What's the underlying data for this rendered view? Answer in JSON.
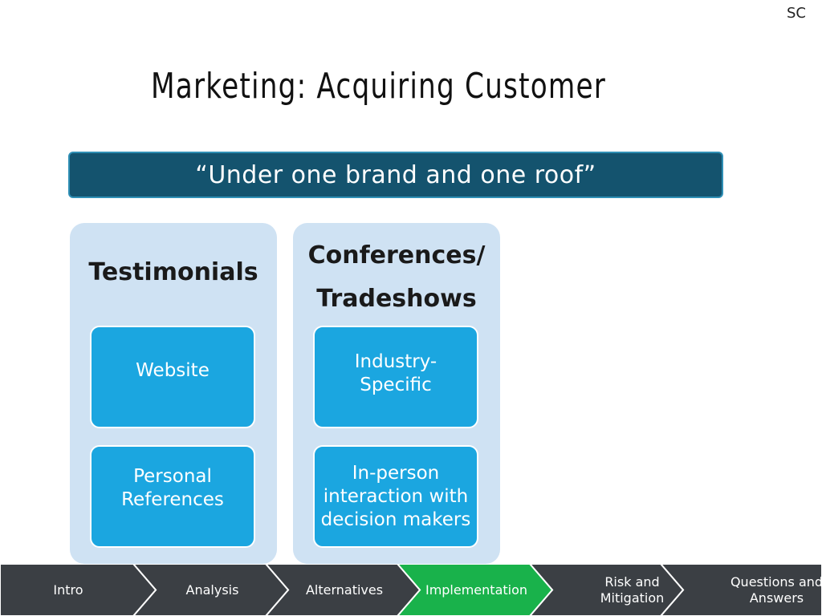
{
  "corner_label": "SC",
  "title": "Marketing: Acquiring Customer",
  "banner_text": "“Under one brand and one roof”",
  "columns": [
    {
      "heading": "Testimonials",
      "cards": [
        "Website",
        "Personal References"
      ]
    },
    {
      "heading_line1": "Conferences/",
      "heading_line2": "Tradeshows",
      "cards": [
        "Industry-Specific",
        "In-person interaction with decision makers"
      ]
    }
  ],
  "nav": {
    "active_index": 3,
    "colors": {
      "default": "#3b3f44",
      "active": "#19b24b",
      "separator": "#ffffff"
    },
    "steps": [
      "Intro",
      "Analysis",
      "Alternatives",
      "Implementation",
      "Risk and Mitigation",
      "Questions and Answers"
    ]
  }
}
